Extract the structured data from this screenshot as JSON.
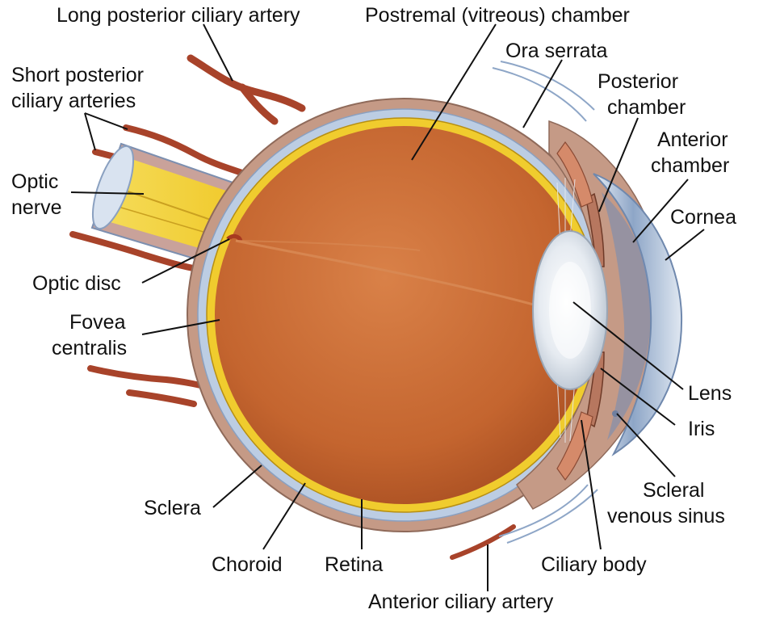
{
  "labels": {
    "long_posterior_ciliary_artery": "Long posterior ciliary artery",
    "postremal_chamber": "Postremal (vitreous) chamber",
    "ora_serrata": "Ora serrata",
    "short_posterior_ciliary_arteries_1": "Short posterior",
    "short_posterior_ciliary_arteries_2": "ciliary arteries",
    "posterior_chamber_1": "Posterior",
    "posterior_chamber_2": "chamber",
    "anterior_chamber_1": "Anterior",
    "anterior_chamber_2": "chamber",
    "optic_nerve_1": "Optic",
    "optic_nerve_2": "nerve",
    "cornea": "Cornea",
    "optic_disc": "Optic disc",
    "fovea_centralis_1": "Fovea",
    "fovea_centralis_2": "centralis",
    "lens": "Lens",
    "iris": "Iris",
    "scleral_venous_sinus_1": "Scleral",
    "scleral_venous_sinus_2": "venous sinus",
    "sclera": "Sclera",
    "choroid": "Choroid",
    "retina": "Retina",
    "ciliary_body": "Ciliary body",
    "anterior_ciliary_artery": "Anterior ciliary artery"
  },
  "colors": {
    "sclera": "#c59a86",
    "choroid": "#b9cbe3",
    "retina": "#f0cc2e",
    "vitreous": "#c66a35",
    "optic_nerve": "#f3d23a",
    "artery": "#a8432a",
    "lens": "#e9eef4",
    "cornea": "#9fb3cd",
    "leader": "#111111"
  }
}
